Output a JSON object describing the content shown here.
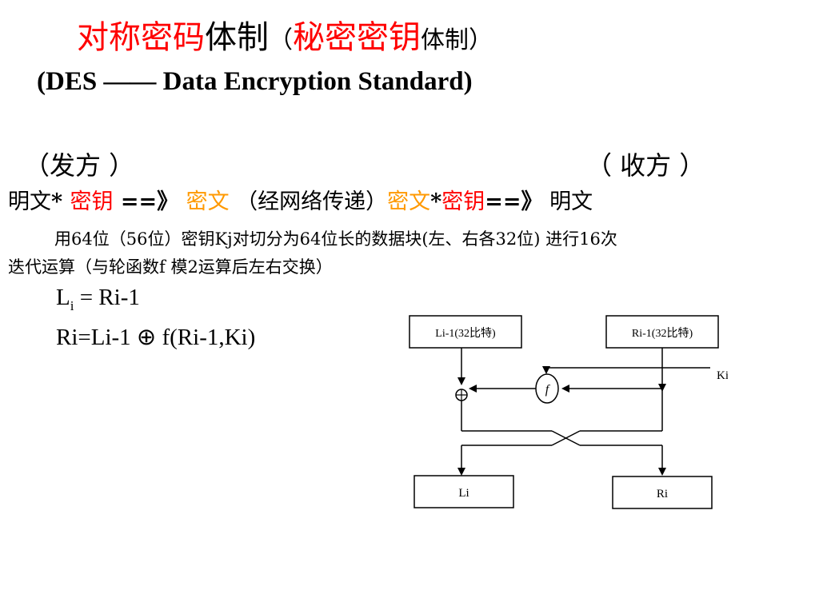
{
  "title": {
    "part1": "对称密码",
    "part2": "体制",
    "paren_open": "（",
    "part3": "秘密密钥",
    "part4": "体制",
    "paren_close": "）"
  },
  "subtitle": "(DES —— Data Encryption Standard)",
  "sender_label": "（发方 ）",
  "receiver_label": "（ 收方 ）",
  "flow": {
    "plaintext1": "明文",
    "star1": "* ",
    "key1": "密钥",
    "arrow1": " ==》 ",
    "ciphertext1": "密文",
    "via": "  （经网络传递）",
    "ciphertext2": "密文",
    "star2": "*",
    "key2": "密钥",
    "arrow2": "==》",
    "plaintext2": " 明文"
  },
  "description": {
    "line1": "用64位（56位）密钥Kj对切分为64位长的数据块(左、右各32位) 进行16次",
    "line2": "迭代运算（与轮函数f 模2运算后左右交换）"
  },
  "equations": {
    "eq1_L": "L",
    "eq1_sub": "i",
    "eq1_rest": " = Ri-1",
    "eq2": "Ri=Li-1 ⊕  f(Ri-1,Ki)"
  },
  "diagram": {
    "left_in": "Li-1(32比特)",
    "right_in": "Ri-1(32比特)",
    "f_label": "f",
    "key_label": "Ki",
    "xor_symbol": "⊕",
    "left_out": "Li",
    "right_out": "Ri"
  }
}
